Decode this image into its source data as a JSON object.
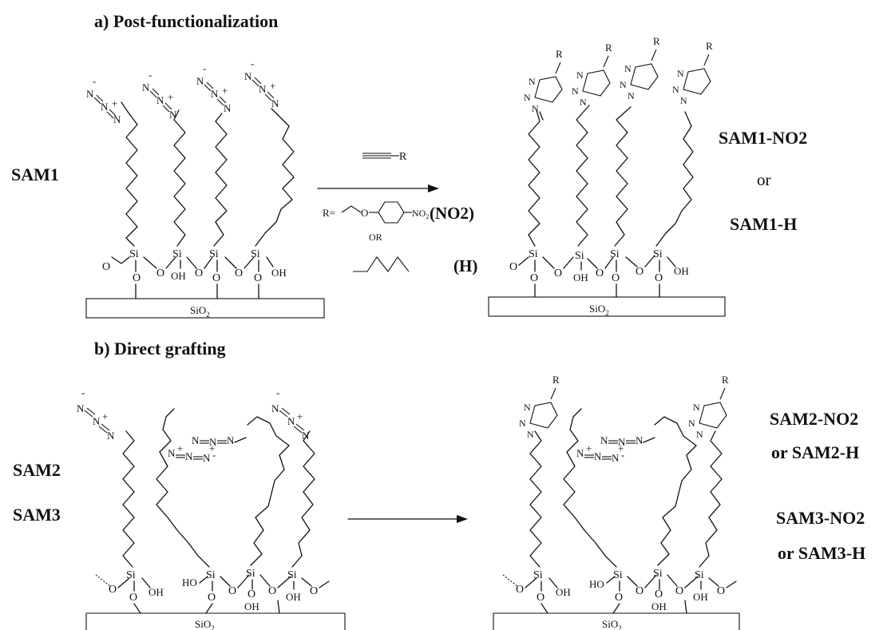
{
  "panel_a": {
    "title": "a) Post-functionalization",
    "left_label": "SAM1",
    "reagent_alkyne_r": "R",
    "r_equals": "R=",
    "r_no2_group": "NO",
    "r_no2_sub": "2",
    "nitro_option_label": "(NO2)",
    "or_small": "OR",
    "hexyl_option_label": "(H)",
    "product_label_1": "SAM1-NO2",
    "product_or": "or",
    "product_label_2": "SAM1-H"
  },
  "panel_b": {
    "title": "b) Direct grafting",
    "left_label_1": "SAM2",
    "left_label_2": "SAM3",
    "product_label_1": "SAM2-NO2",
    "product_label_2": "or SAM2-H",
    "product_label_3": "SAM3-NO2",
    "product_label_4": "or SAM3-H"
  },
  "substrate": {
    "main": "SiO",
    "sub": "2"
  },
  "atoms": {
    "si": "Si",
    "o": "O",
    "oh": "OH",
    "ho": "HO",
    "n": "N",
    "r": "R",
    "plus": "+",
    "minus": "-"
  }
}
